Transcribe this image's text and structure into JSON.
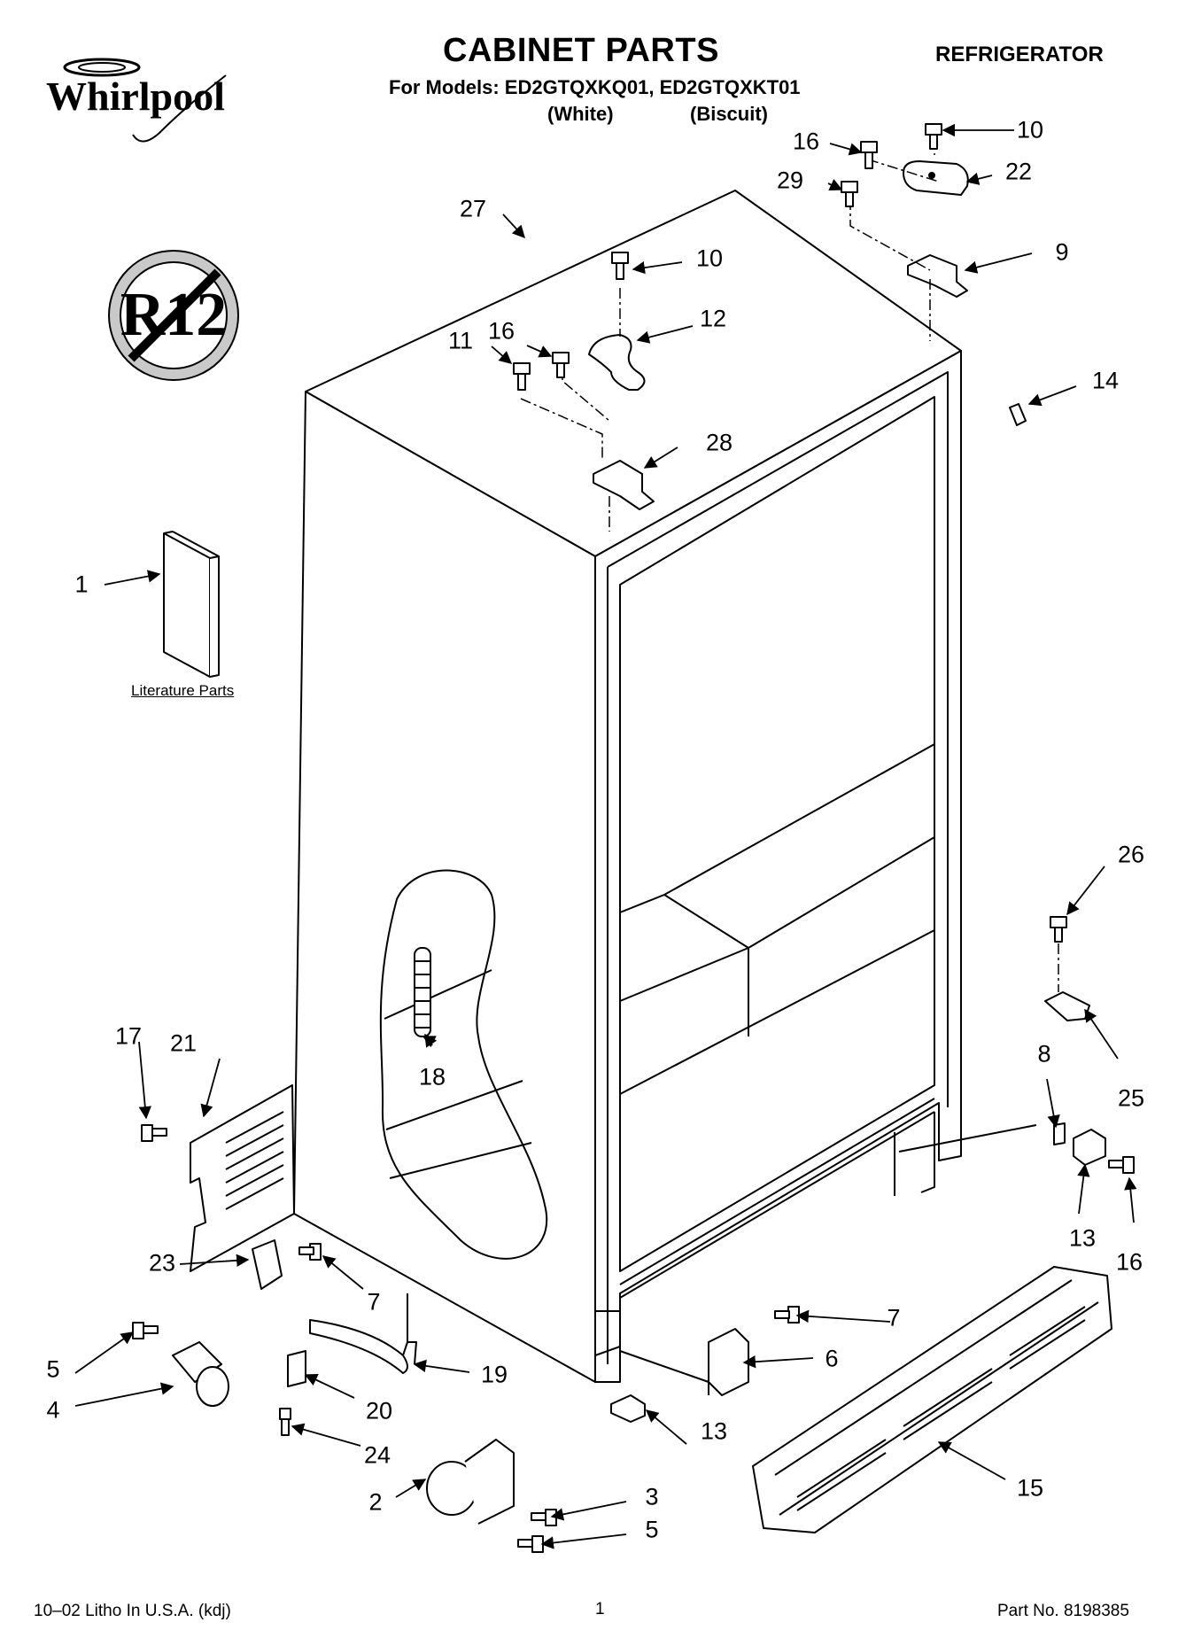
{
  "header": {
    "brand": "Whirlpool",
    "title": "CABINET PARTS",
    "category": "REFRIGERATOR",
    "models_line": "For Models: ED2GTQXKQ01, ED2GTQXKT01",
    "color_1": "(White)",
    "color_2": "(Biscuit)"
  },
  "badge": {
    "text": "R12"
  },
  "literature": {
    "label": "Literature Parts"
  },
  "callouts": {
    "c1": "1",
    "c2": "2",
    "c3": "3",
    "c4": "4",
    "c5a": "5",
    "c5b": "5",
    "c6": "6",
    "c7a": "7",
    "c7b": "7",
    "c8": "8",
    "c9": "9",
    "c10a": "10",
    "c10b": "10",
    "c11": "11",
    "c12": "12",
    "c13a": "13",
    "c13b": "13",
    "c14": "14",
    "c15": "15",
    "c16a": "16",
    "c16b": "16",
    "c16c": "16",
    "c17": "17",
    "c18": "18",
    "c19": "19",
    "c20": "20",
    "c21": "21",
    "c22": "22",
    "c23": "23",
    "c24": "24",
    "c25": "25",
    "c26": "26",
    "c27": "27",
    "c28": "28",
    "c29": "29"
  },
  "footer": {
    "litho": "10–02 Litho In U.S.A. (kdj)",
    "page": "1",
    "part_no": "Part No. 8198385"
  }
}
